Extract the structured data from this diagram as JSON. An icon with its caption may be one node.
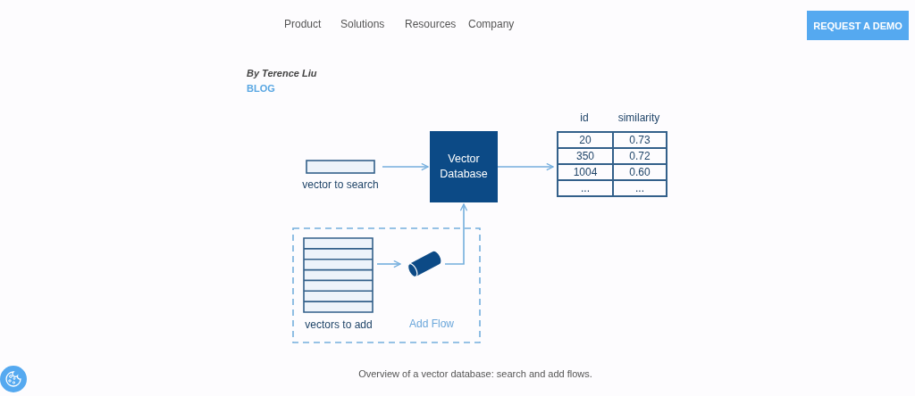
{
  "diagram": {
    "caption": "Overview of a vector database: search and add flows.",
    "nodes": [
      {
        "text": [
          "vector to search"
        ]
      },
      {
        "text": [
          "Vector Database"
        ]
      },
      {
        "text": [
          "id",
          "similarity",
          "20",
          "0.73",
          "350",
          "0.72",
          "1004",
          "0.60",
          "...",
          "..."
        ]
      },
      {
        "text": [
          "Add Flow"
        ]
      },
      {
        "text": [
          "vectors to add"
        ],
        "in": 3
      },
      {
        "text": [],
        "shape": "cylinder",
        "in": 3
      }
    ],
    "edges": [
      {
        "from": 0,
        "to": 1,
        "arrow": "to"
      },
      {
        "from": 1,
        "to": 2,
        "arrow": "to"
      },
      {
        "from": 4,
        "to": 5,
        "arrow": "to"
      },
      {
        "from": 5,
        "to": 1,
        "arrow": "to"
      }
    ],
    "labels": [
      "Product",
      "Solutions",
      "Resources",
      "Company",
      "REQUEST A DEMO",
      "By Terence Liu",
      "BLOG"
    ]
  }
}
